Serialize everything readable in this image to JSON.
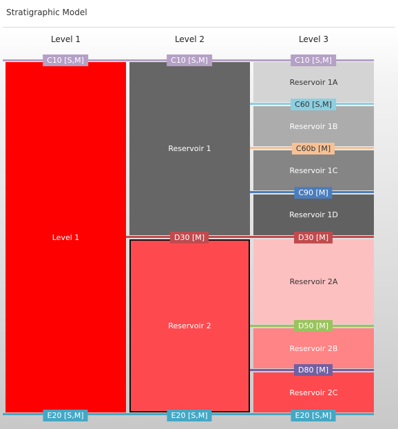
{
  "window": {
    "title": "Stratigraphic Model"
  },
  "columns": [
    "Level 1",
    "Level 2",
    "Level 3"
  ],
  "colors": {
    "level1": "#ff0000",
    "reservoir1": "#666666",
    "reservoir2": "#fe4a4f",
    "res1A": "#d4d4d4",
    "res1B": "#acacac",
    "res1C": "#858585",
    "res1D": "#616161",
    "res2A": "#fdc0c0",
    "res2B": "#fe8485",
    "res2C": "#fe4a4f",
    "c10": "#b5a0c6",
    "c60": "#8ccfe0",
    "c60b": "#f7c195",
    "c90": "#4a7dbd",
    "d30": "#c04b4e",
    "d50": "#99c35c",
    "d80": "#7260a1",
    "e20": "#44a8c5"
  },
  "blocks": {
    "level1": "Level 1",
    "reservoir1": "Reservoir 1",
    "reservoir2": "Reservoir 2",
    "res1A": "Reservoir 1A",
    "res1B": "Reservoir 1B",
    "res1C": "Reservoir 1C",
    "res1D": "Reservoir 1D",
    "res2A": "Reservoir 2A",
    "res2B": "Reservoir 2B",
    "res2C": "Reservoir 2C"
  },
  "horizons": {
    "c10": "C10 [S,M]",
    "c60": "C60 [S,M]",
    "c60b": "C60b [M]",
    "c90": "C90 [M]",
    "d30": "D30 [M]",
    "d50": "D50 [M]",
    "d80": "D80 [M]",
    "e20": "E20 [S,M]"
  }
}
